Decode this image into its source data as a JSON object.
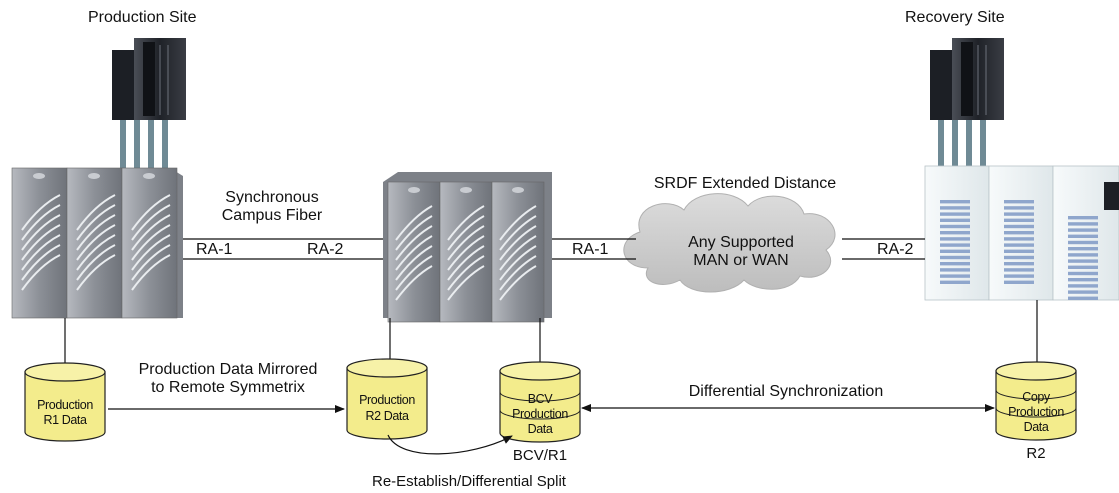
{
  "diagram": {
    "production_site_label": "Production Site",
    "recovery_site_label": "Recovery Site",
    "campus_fiber_label_line1": "Synchronous",
    "campus_fiber_label_line2": "Campus Fiber",
    "srdf_label": "SRDF Extended Distance",
    "cloud_line1": "Any Supported",
    "cloud_line2": "MAN or WAN",
    "ports": {
      "left_ra1": "RA-1",
      "left_ra2": "RA-2",
      "right_ra1": "RA-1",
      "right_ra2": "RA-2"
    },
    "mirror_label_line1": "Production Data Mirrored",
    "mirror_label_line2": "to Remote Symmetrix",
    "diff_sync_label": "Differential Synchronization",
    "reestablish_label": "Re-Establish/Differential Split",
    "disks": {
      "r1": {
        "line1": "Production",
        "line2": "R1 Data"
      },
      "r2": {
        "line1": "Production",
        "line2": "R2 Data"
      },
      "bcv": {
        "line1": "BCV",
        "line2": "Production",
        "line3": "Data",
        "caption": "BCV/R1"
      },
      "copy": {
        "line1": "Copy",
        "line2": "Production",
        "line3": "Data",
        "caption": "R2"
      }
    },
    "colors": {
      "disk_yellow": "#f3ec8c",
      "cloud_gray": "#c9c9c9",
      "storage_gray": "#8f939a",
      "mainframe_dark": "#2a2d33",
      "recovery_cabinet": "#eef3f5",
      "recovery_slot_blue": "#8fa6cc"
    }
  }
}
